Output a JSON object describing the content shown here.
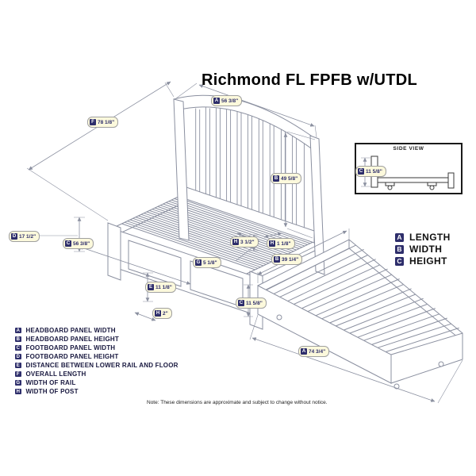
{
  "title": "Richmond FL FPFB w/UTDL",
  "side_view": {
    "title": "SIDE VIEW"
  },
  "note": "Note: These dimensions are approximate and subject to change without notice.",
  "abc_legend": {
    "items": [
      {
        "letter": "A",
        "label": "LENGTH"
      },
      {
        "letter": "B",
        "label": "WIDTH"
      },
      {
        "letter": "C",
        "label": "HEIGHT"
      }
    ]
  },
  "key_legend": {
    "items": [
      {
        "letter": "A",
        "label": "HEADBOARD PANEL WIDTH"
      },
      {
        "letter": "B",
        "label": "HEADBOARD PANEL HEIGHT"
      },
      {
        "letter": "C",
        "label": "FOOTBOARD PANEL WIDTH"
      },
      {
        "letter": "D",
        "label": "FOOTBOARD PANEL HEIGHT"
      },
      {
        "letter": "E",
        "label": "DISTANCE BETWEEN LOWER RAIL AND FLOOR"
      },
      {
        "letter": "F",
        "label": "OVERALL LENGTH"
      },
      {
        "letter": "G",
        "label": "WIDTH OF RAIL"
      },
      {
        "letter": "H",
        "label": "WIDTH OF POST"
      }
    ]
  },
  "dimensions": {
    "overall_length": {
      "letter": "F",
      "value": "78 1/8\""
    },
    "headboard_panel_width": {
      "letter": "A",
      "value": "56 3/8\""
    },
    "headboard_panel_height": {
      "letter": "B",
      "value": "49 5/8\""
    },
    "footboard_panel_height": {
      "letter": "D",
      "value": "17 1/2\""
    },
    "footboard_panel_width": {
      "letter": "C",
      "value": "56 3/8\""
    },
    "width_of_rail": {
      "letter": "G",
      "value": "5 1/8\""
    },
    "post_width_a": {
      "letter": "H",
      "value": "3 1/2\""
    },
    "post_width_b": {
      "letter": "H",
      "value": "1 1/8\""
    },
    "lower_rail_to_floor": {
      "letter": "E",
      "value": "11 1/8\""
    },
    "width_of_post": {
      "letter": "H",
      "value": "2\""
    },
    "trundle_width": {
      "letter": "B",
      "value": "39 1/4\""
    },
    "trundle_height": {
      "letter": "C",
      "value": "11 5/8\""
    },
    "trundle_length": {
      "letter": "A",
      "value": "74 3/4\""
    },
    "side_view_height": {
      "letter": "C",
      "value": "11 5/8\""
    }
  },
  "colors": {
    "badge": "#2e2e6b",
    "pill_bg": "#fcf9dc",
    "pill_border": "#a0a0a0",
    "line_art": "#8b90a0",
    "side_view_line": "#3a3a3a",
    "text": "#18183f"
  }
}
